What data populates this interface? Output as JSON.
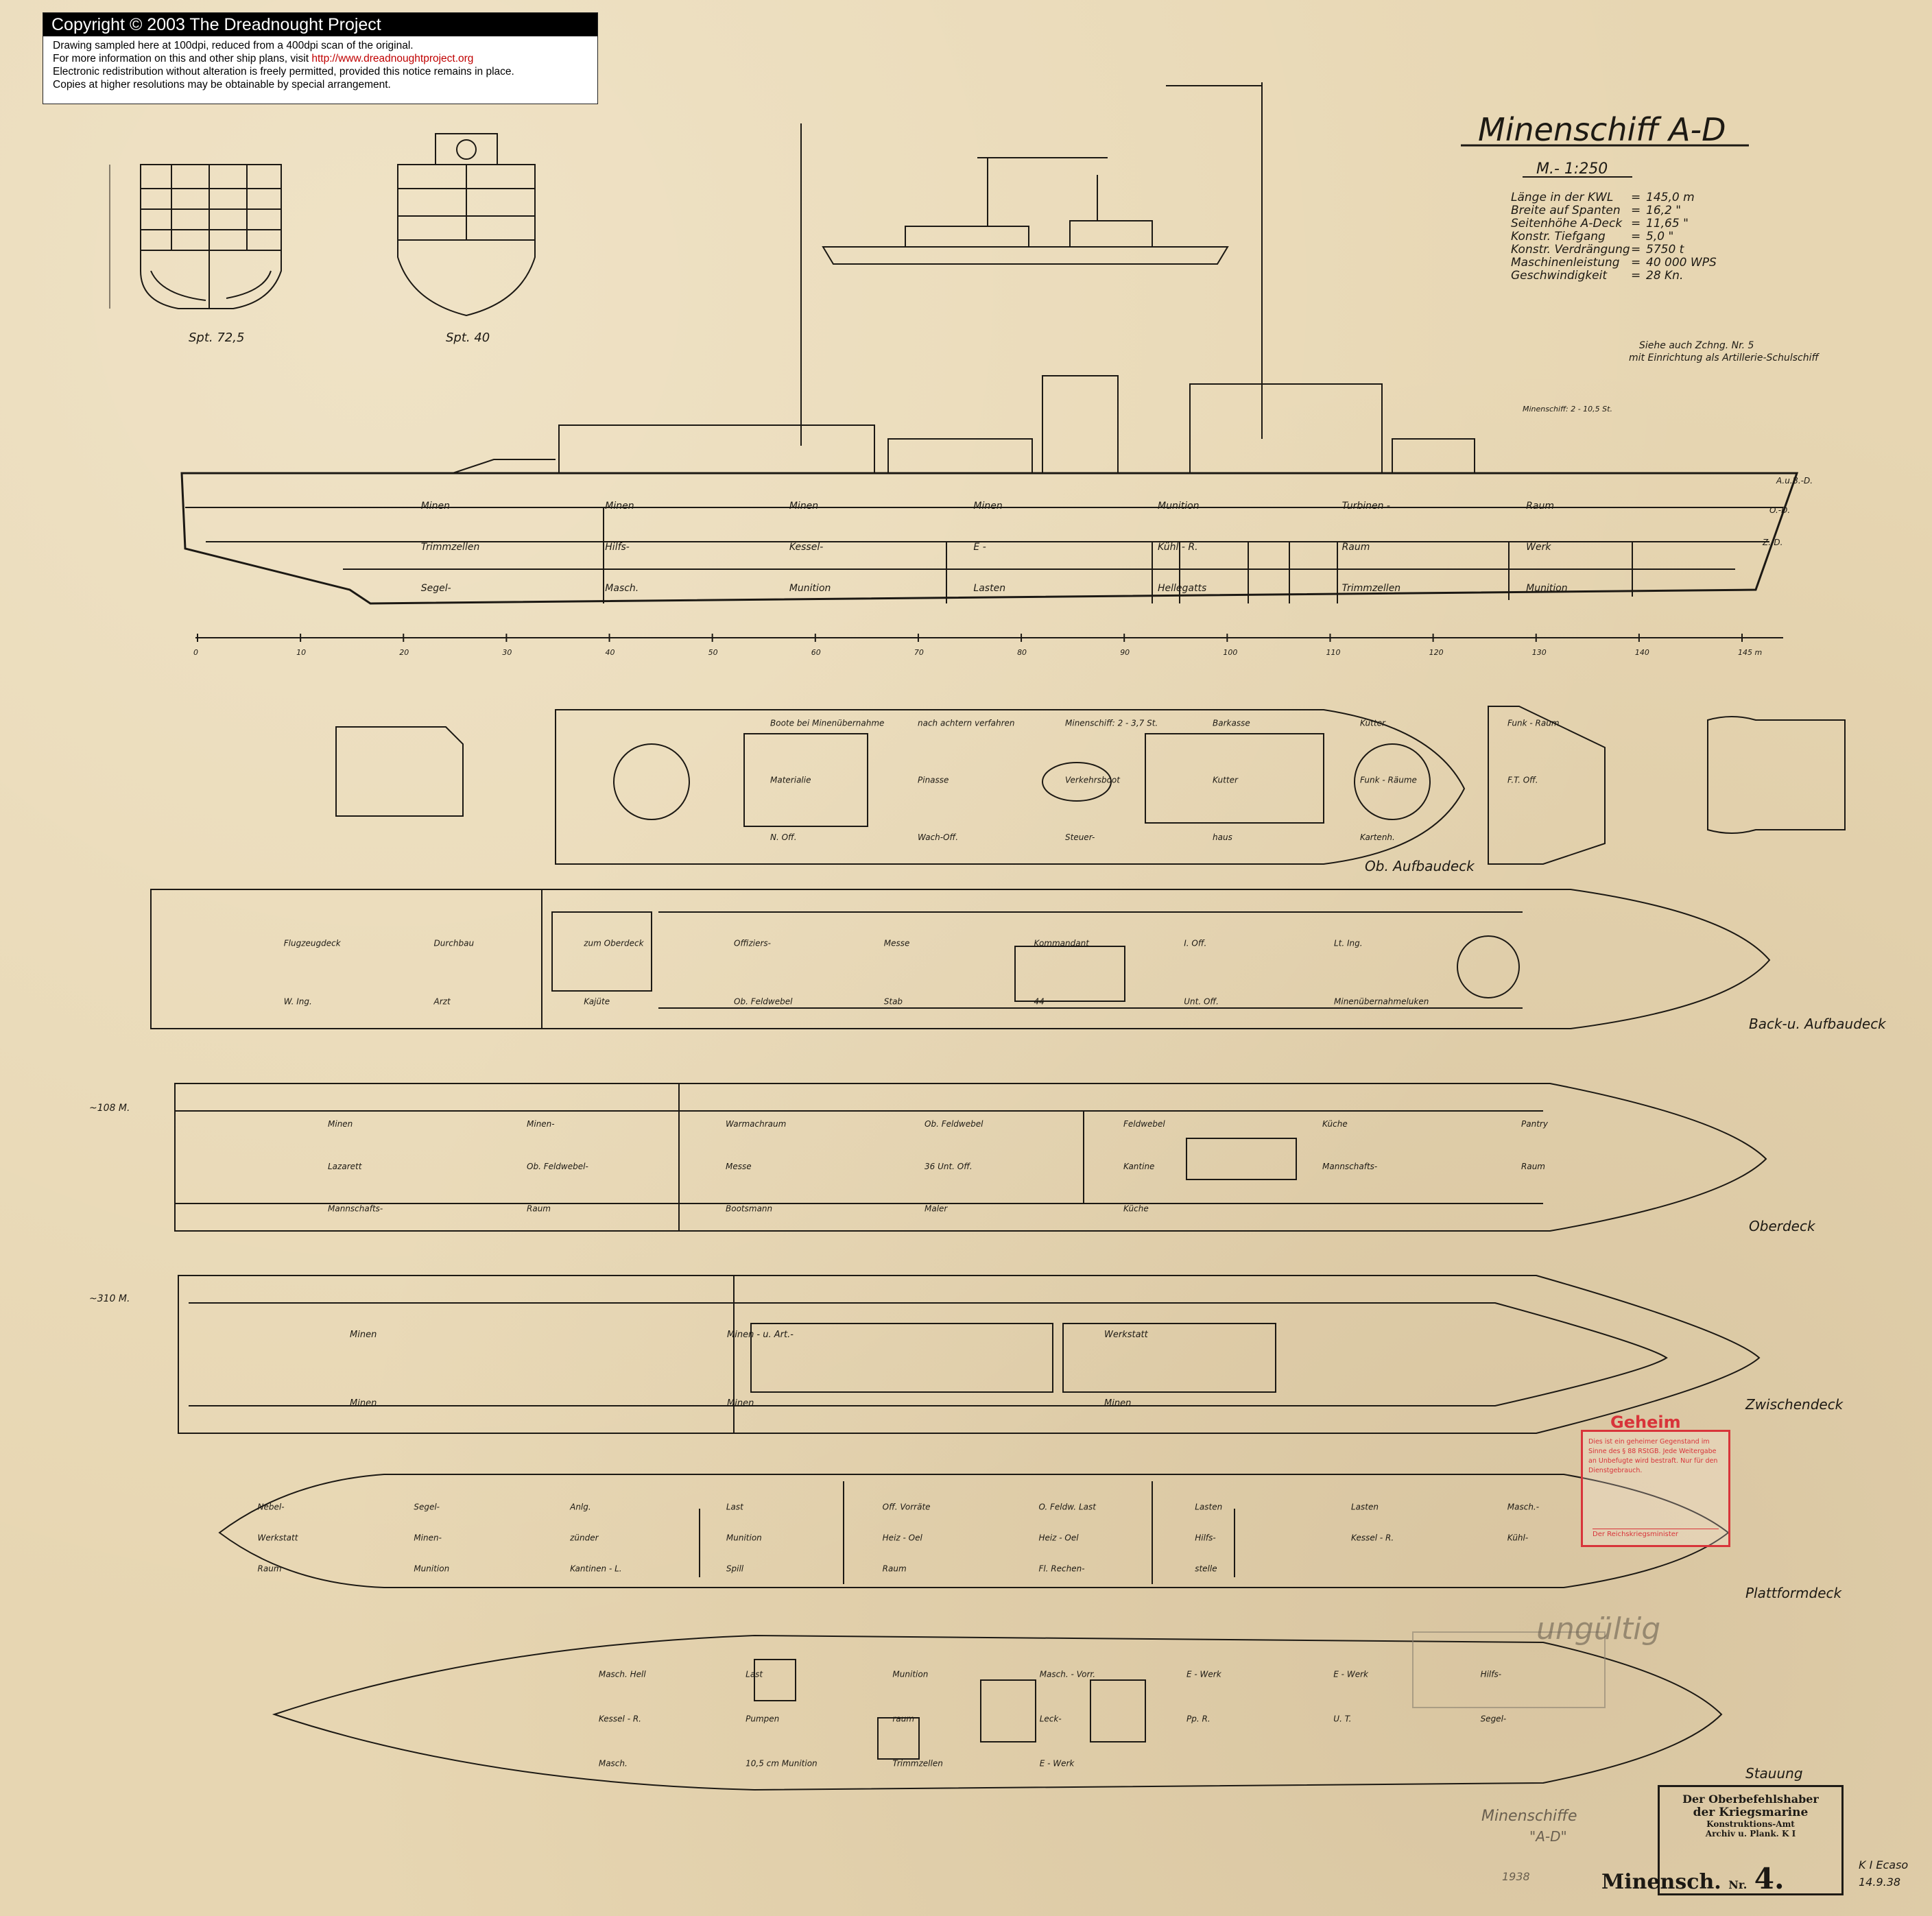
{
  "copyright": {
    "title": "Copyright © 2003 The Dreadnought Project",
    "line1": "Drawing sampled here at 100dpi, reduced from a 400dpi scan of the original.",
    "line2_pre": "For more information on this and other ship plans, visit ",
    "line2_url": "http://www.dreadnoughtproject.org",
    "line3": "Electronic redistribution without alteration is freely permitted, provided this notice remains in place.",
    "line4": "Copies at higher resolutions may be obtainable by special arrangement."
  },
  "title": {
    "name": "Minenschiff A-D",
    "scale": "M.- 1:250"
  },
  "specs": [
    {
      "label": "Länge in der KWL",
      "value": "145,0 m"
    },
    {
      "label": "Breite auf Spanten",
      "value": "16,2 \""
    },
    {
      "label": "Seitenhöhe A-Deck",
      "value": "11,65 \""
    },
    {
      "label": "Konstr. Tiefgang",
      "value": "5,0 \""
    },
    {
      "label": "Konstr. Verdrängung",
      "value": "5750 t"
    },
    {
      "label": "Maschinenleistung",
      "value": "40 000 WPS"
    },
    {
      "label": "Geschwindigkeit",
      "value": "28 Kn."
    }
  ],
  "note": {
    "line1": "Siehe auch Zchng. Nr. 5",
    "line2": "mit Einrichtung als Artillerie-Schulschiff"
  },
  "sections": {
    "spt725": "Spt. 72,5",
    "spt40": "Spt. 40"
  },
  "profile": {
    "labels": [
      "Minen",
      "Minen",
      "Minen",
      "Minen",
      "Munition",
      "Turbinen -",
      "Raum",
      "Trimmzellen",
      "Hilfs-",
      "Kessel-",
      "E -",
      "Kühl - R.",
      "Raum",
      "Werk",
      "Segel-",
      "Masch.",
      "Munition",
      "Lasten",
      "Hellegatts",
      "Trimmzellen",
      "Munition"
    ],
    "decks": [
      "A.u.B.-D.",
      "O.-D.",
      "Z.-D."
    ],
    "minenschiff_gun": "Minenschiff: 2 - 10,5 St."
  },
  "frame_scale": [
    "0",
    "10",
    "20",
    "30",
    "40",
    "50",
    "60",
    "70",
    "80",
    "90",
    "100",
    "110",
    "120",
    "130",
    "140",
    "145 m"
  ],
  "decks": {
    "ob_aufbaudeck": "Ob. Aufbaudeck",
    "back_aufbaudeck": "Back-u. Aufbaudeck",
    "oberdeck": "Oberdeck",
    "zwischendeck": "Zwischendeck",
    "plattformdeck": "Plattformdeck",
    "stauung": "Stauung"
  },
  "ob_aufbau_labels": [
    "Boote bei Minenübernahme",
    "nach achtern verfahren",
    "Minenschiff: 2 - 3,7 St.",
    "Barkasse",
    "Kutter",
    "Funk - Raum",
    "Materialie",
    "Pinasse",
    "Verkehrsboot",
    "Kutter",
    "Funk - Räume",
    "F.T. Off.",
    "N. Off.",
    "Wach-Off.",
    "Steuer-",
    "haus",
    "Kartenh."
  ],
  "back_labels": [
    "Flugzeugdeck",
    "Durchbau",
    "zum Oberdeck",
    "Offiziers-",
    "Messe",
    "Kommandant",
    "I. Off.",
    "Lt. Ing.",
    "W. Ing.",
    "Arzt",
    "Kajüte",
    "Ob. Feldwebel",
    "Stab",
    "44",
    "Unt. Off.",
    "Minenübernahmeluken"
  ],
  "oberdeck_labels": [
    "Minen",
    "Minen-",
    "Warmachraum",
    "Ob. Feldwebel",
    "Feldwebel",
    "Küche",
    "Pantry",
    "Lazarett",
    "Ob. Feldwebel-",
    "Messe",
    "36 Unt. Off.",
    "Kantine",
    "Mannschafts-",
    "Raum",
    "Mannschafts-",
    "Raum",
    "Bootsmann",
    "Maler",
    "Küche"
  ],
  "zwischen_labels": [
    "Minen",
    "Minen - u. Art.-",
    "Werkstatt",
    "Minen",
    "Minen",
    "Minen"
  ],
  "plattform_labels": [
    "Nebel-",
    "Segel-",
    "Anlg.",
    "Last",
    "Off. Vorräte",
    "O. Feldw. Last",
    "Lasten",
    "Lasten",
    "Masch.-",
    "Werkstatt",
    "Minen-",
    "zünder",
    "Munition",
    "Heiz - Oel",
    "Heiz - Oel",
    "Hilfs-",
    "Kessel - R.",
    "Kühl-",
    "Raum",
    "Munition",
    "Kantinen - L.",
    "Spill",
    "Raum",
    "Fl. Rechen-",
    "stelle"
  ],
  "stauung_labels": [
    "Masch. Hell",
    "Last",
    "Munition",
    "Masch. - Vorr.",
    "E - Werk",
    "E - Werk",
    "Hilfs-",
    "Kessel - R.",
    "Pumpen",
    "raum",
    "Leck-",
    "Pp. R.",
    "U. T.",
    "Segel-",
    "Masch.",
    "10,5 cm Munition",
    "Trimmzellen",
    "E - Werk"
  ],
  "stamp": {
    "head": "Geheim",
    "text": "Dies ist ein geheimer Gegenstand im Sinne des § 88 RStGB. Jede Weitergabe an Unbefugte wird bestraft. Nur für den Dienstgebrauch.",
    "foot": "Der Reichskriegsminister"
  },
  "archive": {
    "a1": "Der Oberbefehlshaber",
    "a2": "der Kriegsmarine",
    "a3": "Konstruktions-Amt",
    "a4": "Archiv u. Plank. K I",
    "number_label": "Minensch.",
    "nr_label": "Nr.",
    "nr_value": "4."
  },
  "handwriting": {
    "ungultig": "ungültig",
    "minen1": "Minenschiffe",
    "minen2": "\"A-D\"",
    "year": "1938",
    "sig": "K I Ecaso",
    "date": "14.9.38"
  },
  "depth_marks": [
    "~108 M.",
    "~310 M."
  ]
}
